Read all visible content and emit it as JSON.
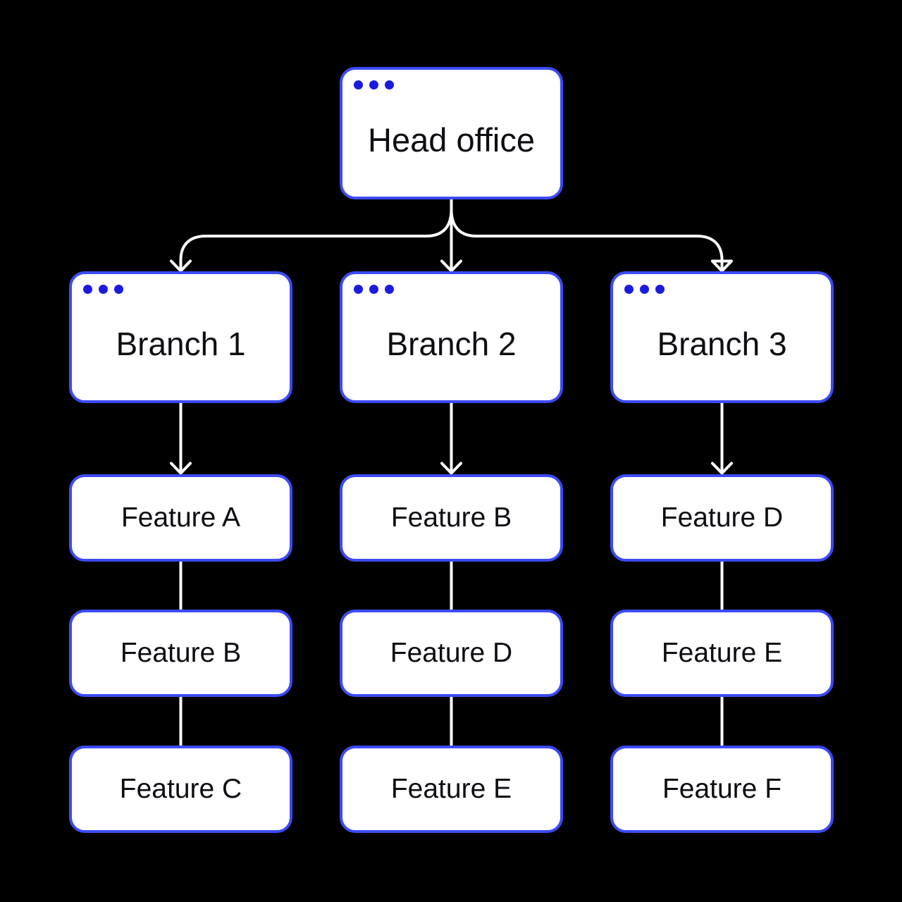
{
  "theme": {
    "bg": "#000000",
    "box-bg": "#ffffff",
    "box-border": "#3c4bf5",
    "dot": "#1b1be0",
    "line": "#ffffff",
    "text": "#0d0d12"
  },
  "diagram": {
    "type": "flowchart-org-tree",
    "head": {
      "label": "Head office"
    },
    "columns": [
      {
        "branch": "Branch 1",
        "features": [
          "Feature A",
          "Feature B",
          "Feature C"
        ]
      },
      {
        "branch": "Branch 2",
        "features": [
          "Feature B",
          "Feature D",
          "Feature E"
        ]
      },
      {
        "branch": "Branch 3",
        "features": [
          "Feature D",
          "Feature E",
          "Feature F"
        ]
      }
    ],
    "edges": [
      "Head office -> Branch 1",
      "Head office -> Branch 2",
      "Head office -> Branch 3",
      "Branch 1 -> Feature A -> Feature B -> Feature C",
      "Branch 2 -> Feature B -> Feature D -> Feature E",
      "Branch 3 -> Feature D -> Feature E -> Feature F"
    ]
  }
}
